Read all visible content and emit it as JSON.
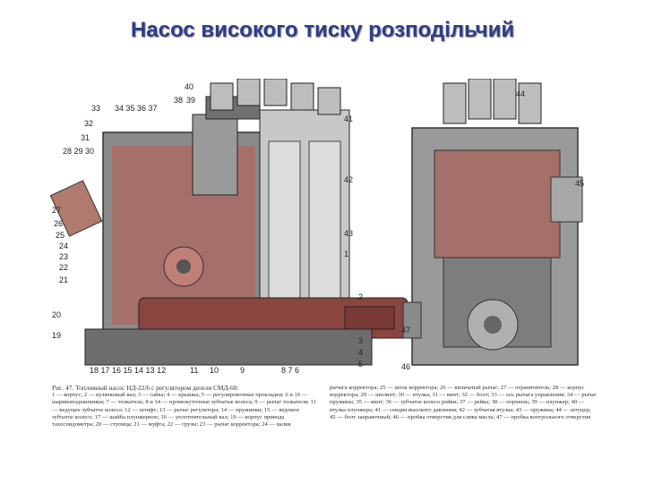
{
  "title": "Насос високого тиску розподільчий",
  "figure": {
    "left_labels": [
      "33",
      "34 35 36 37",
      "32",
      "31",
      "28 29 30",
      "27",
      "26",
      "25",
      "24",
      "23",
      "22",
      "21",
      "20",
      "19"
    ],
    "top_labels": [
      "40",
      "38",
      "39"
    ],
    "right_labels": [
      "41",
      "42",
      "43",
      "1",
      "2",
      "3",
      "4",
      "5",
      "44",
      "45",
      "47",
      "46"
    ],
    "bottom_labels": [
      "18 17 16 15 14 13 12",
      "11",
      "10",
      "9",
      "8 7 6"
    ]
  },
  "caption": {
    "heading": "Рис. 47. Топливный насос НД-22/6 с регулятором дизеля СМД-60:",
    "left": "1 — корпус; 2 — кулачковый вал; 3 — гайка; 4 — крышка; 5 — регулировочные прокладки; 6 и 10 — шарикоподшипники; 7 — толкатель; 8 и 14 — промежуточные зубчатые колеса; 9 — рычаг толкателя; 11 — ведущее зубчатое колесо; 12 — штифт; 13 — рычаг регулятора; 14 — пружинки; 15 — ведомое зубчатое колесо; 17 — шайба плунжерное; 16 — уплотнительный вал; 19 — корпус привода тахоспидометра; 20 — ступица; 21 — муфта; 22 — грузы; 23 — рычаг корректора; 24 — валик",
    "right": "рычага корректора; 25 — шток корректора; 26 — вильчатый рычаг; 27 — ограничитель; 28 — корпус корректора; 29 — шплинт; 30 — втулка; 31 — винт; 32 — болт; 33 — ось рычага управления; 34 — рычаг пружины; 35 — винт; 36 — зубчатое колесо рейки; 37 — рейка; 38 — поршень; 39 — плунжер; 40 — втулка плунжера; 41 — секция высокого давления; 42 — зубчатая втулка; 43 — пружина; 44 — штуцер; 45 — болт заправочный; 46 — пробка отверстия для слива масла; 47 — пробка контрольного отверстия"
  }
}
